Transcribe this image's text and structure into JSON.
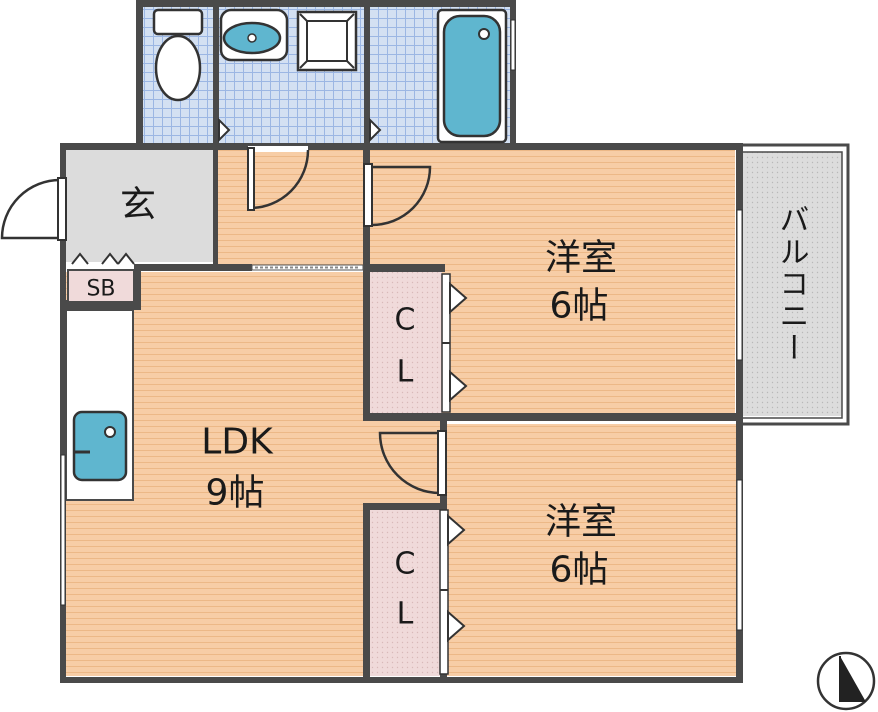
{
  "rooms": {
    "entrance": {
      "label": "玄"
    },
    "shoe_box": {
      "label": "SB"
    },
    "ldk": {
      "label": "LDK",
      "size": "9帖"
    },
    "western_room_1": {
      "label": "洋室",
      "size": "6帖"
    },
    "western_room_2": {
      "label": "洋室",
      "size": "6帖"
    },
    "closet_1": {
      "label_top": "C",
      "label_bottom": "L"
    },
    "closet_2": {
      "label_top": "C",
      "label_bottom": "L"
    },
    "balcony": {
      "label": "バルコニー"
    }
  },
  "colors": {
    "flooring": "#f7cda6",
    "flooring_line": "#ecb887",
    "tile": "#d3e0f2",
    "tile_line": "#9bb6e3",
    "closet": "#f0dada",
    "balcony": "#dcdcdc",
    "entrance": "#dcdcdc",
    "wall": "#4a4a4a",
    "fixture": "#5fb6cf"
  },
  "icons": {
    "compass": "north-arrow-icon",
    "toilet": "toilet-icon",
    "washbasin": "washbasin-icon",
    "washer": "washing-machine-icon",
    "bathtub": "bathtub-icon",
    "kitchen_sink": "kitchen-sink-icon"
  }
}
